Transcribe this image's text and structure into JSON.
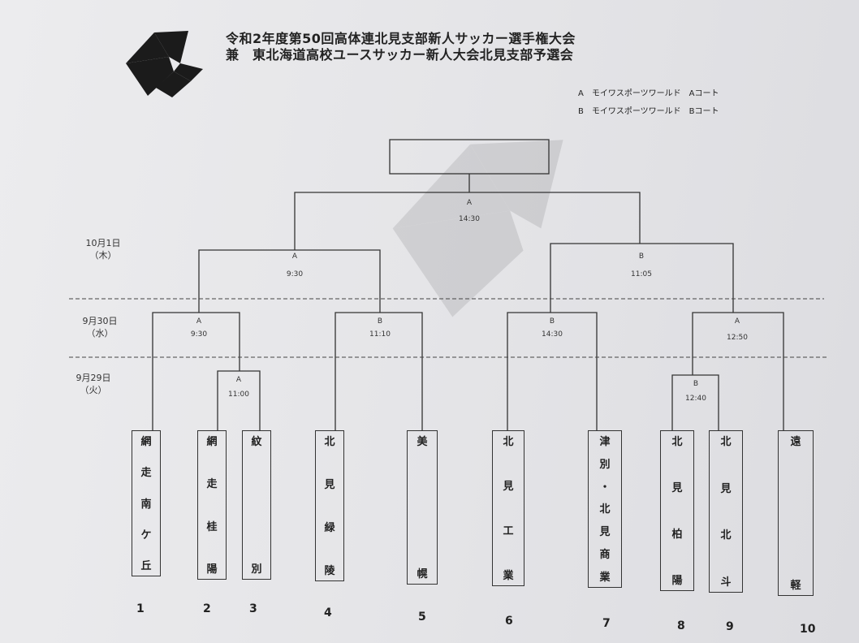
{
  "title": {
    "line1": "令和2年度第50回高体連北見支部新人サッカー選手権大会",
    "line2": "兼　東北海道高校ユースサッカー新人大会北見支部予選会"
  },
  "courts": {
    "a": "A　モイワスポーツワールド　Aコート",
    "b": "B　モイワスポーツワールド　Bコート"
  },
  "dates": [
    {
      "date": "10月1日",
      "day": "（木）"
    },
    {
      "date": "9月30日",
      "day": "（水）"
    },
    {
      "date": "9月29日",
      "day": "（火）"
    }
  ],
  "matches": [
    {
      "id": "final",
      "court": "A",
      "time": "14:30"
    },
    {
      "id": "semi-left",
      "court": "A",
      "time": "9:30"
    },
    {
      "id": "semi-right",
      "court": "B",
      "time": "11:05"
    },
    {
      "id": "qf-1",
      "court": "A",
      "time": "9:30"
    },
    {
      "id": "qf-2",
      "court": "B",
      "time": "11:10"
    },
    {
      "id": "qf-3",
      "court": "B",
      "time": "14:30"
    },
    {
      "id": "qf-4",
      "court": "A",
      "time": "12:50"
    },
    {
      "id": "r1-left",
      "court": "A",
      "time": "11:00"
    },
    {
      "id": "r1-right",
      "court": "B",
      "time": "12:40"
    }
  ],
  "teams": [
    {
      "number": "1",
      "chars": [
        "網",
        "走",
        "南",
        "ケ",
        "丘"
      ]
    },
    {
      "number": "2",
      "chars": [
        "網",
        "走",
        "桂",
        "陽"
      ]
    },
    {
      "number": "3",
      "chars": [
        "紋",
        "別"
      ]
    },
    {
      "number": "4",
      "chars": [
        "北",
        "見",
        "緑",
        "陵"
      ]
    },
    {
      "number": "5",
      "chars": [
        "美",
        "幌"
      ]
    },
    {
      "number": "6",
      "chars": [
        "北",
        "見",
        "工",
        "業"
      ]
    },
    {
      "number": "7",
      "chars": [
        "津",
        "別",
        "・",
        "北",
        "見",
        "商",
        "業"
      ]
    },
    {
      "number": "8",
      "chars": [
        "北",
        "見",
        "柏",
        "陽"
      ]
    },
    {
      "number": "9",
      "chars": [
        "北",
        "見",
        "北",
        "斗"
      ]
    },
    {
      "number": "10",
      "chars": [
        "遠",
        "軽"
      ]
    }
  ],
  "colors": {
    "ink": "#333333",
    "paper": "#e6e6e8"
  }
}
